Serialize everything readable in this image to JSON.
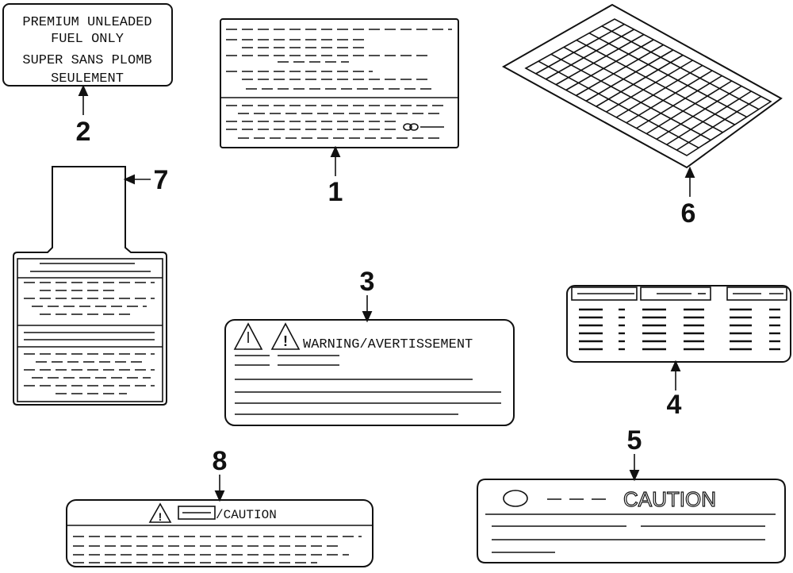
{
  "labels": {
    "fuel": {
      "line1": "PREMIUM UNLEADED",
      "line2": "FUEL ONLY",
      "line3": "SUPER SANS PLOMB",
      "line4": "SEULEMENT"
    },
    "warning": {
      "text": "WARNING/AVERTISSEMENT"
    },
    "caution_small": {
      "text": "/CAUTION"
    },
    "caution_large": {
      "text": "CAUTION"
    }
  },
  "callouts": {
    "c1": "1",
    "c2": "2",
    "c3": "3",
    "c4": "4",
    "c5": "5",
    "c6": "6",
    "c7": "7",
    "c8": "8"
  }
}
